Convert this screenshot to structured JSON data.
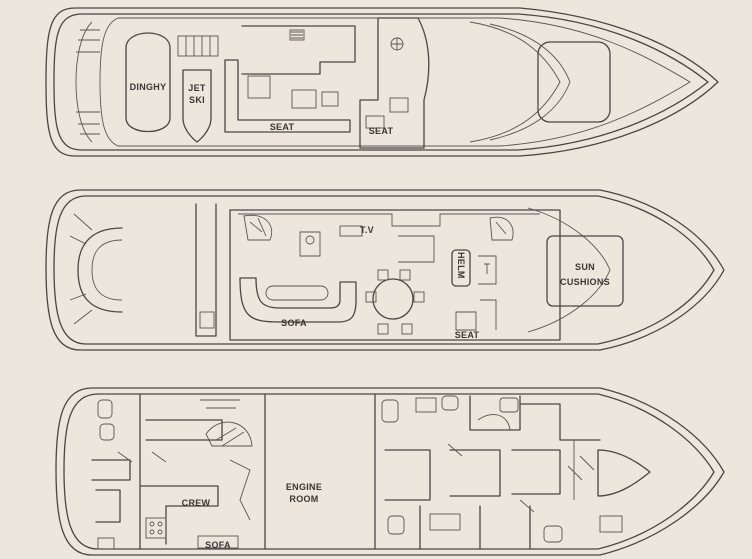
{
  "labels": {
    "dinghy": "DINGHY",
    "jet": "JET",
    "ski": "SKI",
    "seat_fly_main": "SEAT",
    "seat_fly_side": "SEAT",
    "tv": "T.V",
    "helm": "HELM",
    "sun": "SUN",
    "cushions": "CUSHIONS",
    "sofa_main": "SOFA",
    "seat_main": "SEAT",
    "crew": "CREW",
    "engine": "ENGINE",
    "room": "ROOM",
    "sofa_crew": "SOFA"
  }
}
